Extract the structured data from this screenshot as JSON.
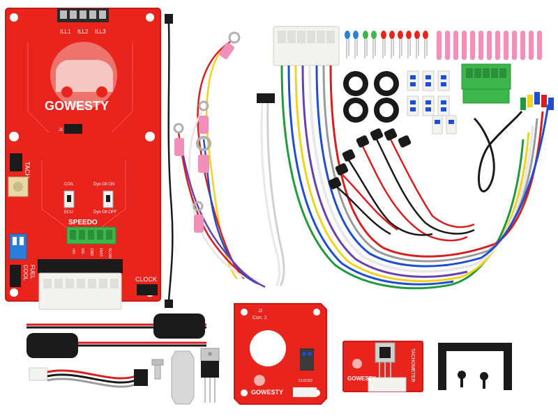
{
  "main_board": {
    "brand": "GOWESTY",
    "header_labels": [
      "ILL1",
      "ILL2",
      "ILL3"
    ],
    "tach_label": "TACH",
    "coil_label": "COIL",
    "ecu_label": "ECU",
    "dyn_oil_on_label": "Dyn Oil ON",
    "dyn_oil_off_label": "Dyn Oil OFF",
    "speedo_label": "SPEEDO",
    "speedo_pins": [
      "+5V",
      "SIG",
      "GND",
      "FAST",
      "SLOW"
    ],
    "cool_label": "COOL",
    "fuel_label": "FUEL",
    "clock_label": "CLOCK",
    "j1_label": "J1"
  },
  "clock_board": {
    "label_j2": "J2",
    "label_con": "Con. 2",
    "label_clock": "CLOCK2",
    "brand": "GOWESTY"
  },
  "tach_board": {
    "label": "TACHOMETER",
    "brand": "GOWESTY"
  },
  "colors": {
    "pcb_red": "#e8241c",
    "pcb_edge": "#c81a14",
    "connector_white": "#f2f2ee",
    "terminal_green": "#3cb54a",
    "dip_blue": "#2b7fd8",
    "heatshrink_pink": "#f08fb8",
    "black": "#1a1a1a",
    "wire_yellow": "#f2d21a",
    "wire_blue": "#1f4fd1",
    "wire_green": "#1f9a3c",
    "wire_purple": "#6a3fb2",
    "wire_grey": "#9a9a9a",
    "wire_red": "#d81e1e"
  }
}
